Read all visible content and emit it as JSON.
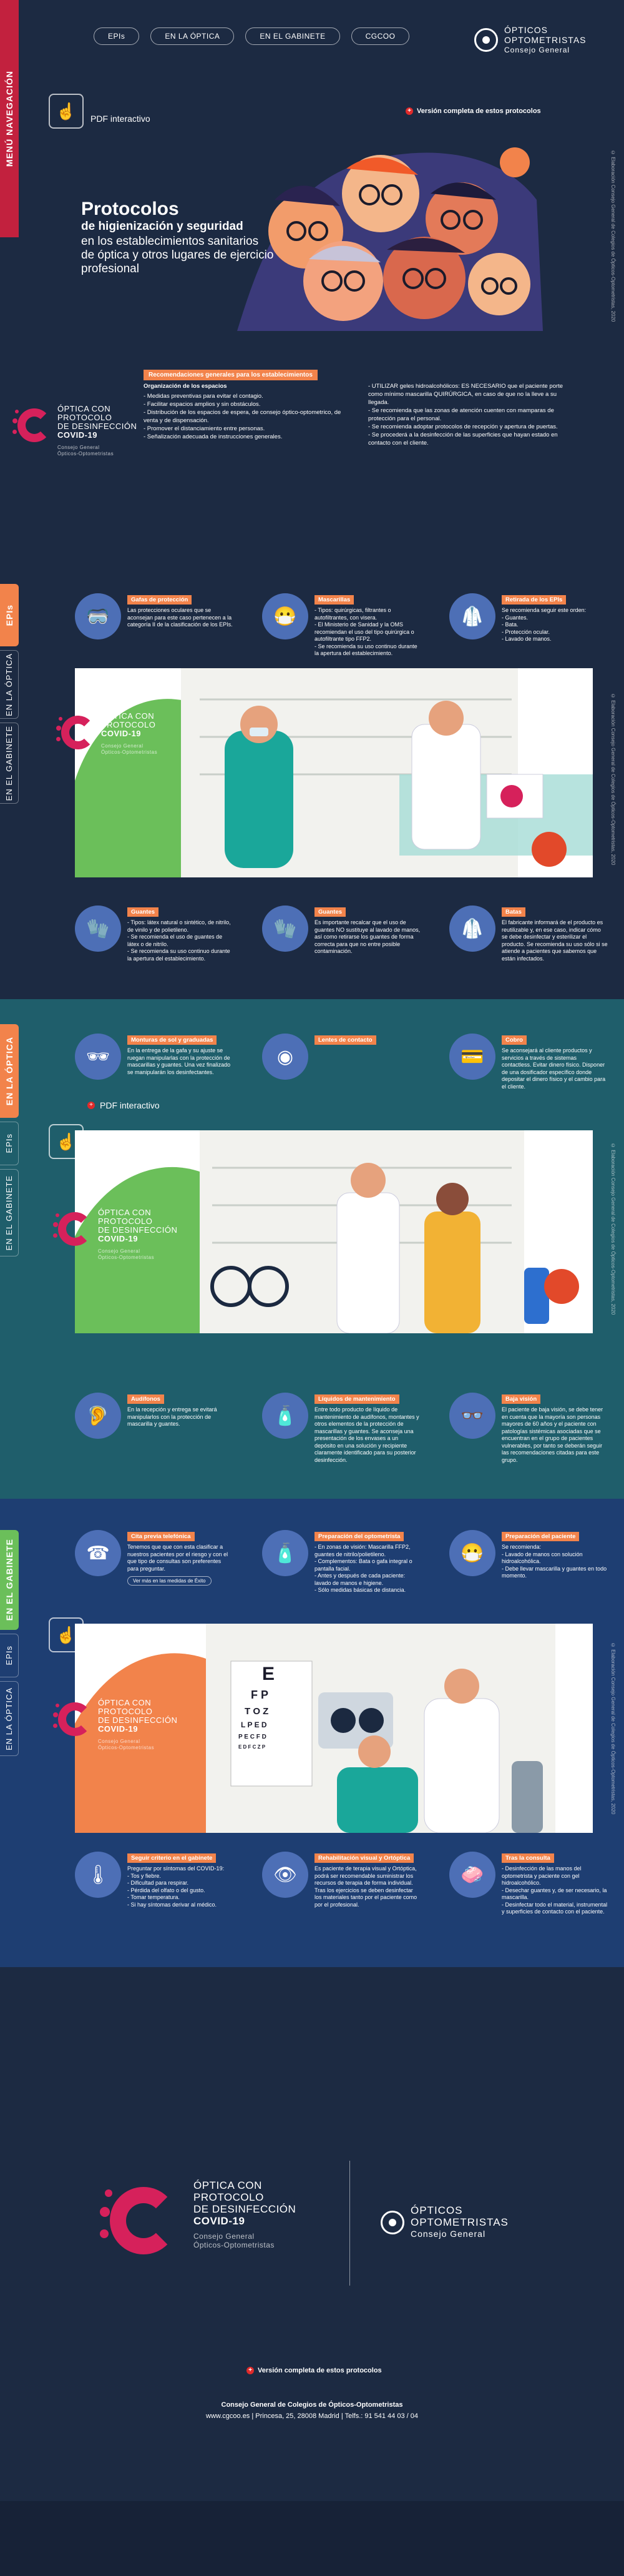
{
  "nav": {
    "items": [
      "EPIs",
      "EN LA ÓPTICA",
      "EN EL GABINETE",
      "CGCOO"
    ],
    "menu_label": "MENÚ NAVEGACIÓN"
  },
  "brand": {
    "line1": "ÓPTICOS",
    "line2": "OPTOMETRISTAS",
    "line3": "Consejo General"
  },
  "full_version": "Versión completa de estos protocolos",
  "pdf_label": "PDF interactivo",
  "side_text": "© Elaboración Consejo General de Colegios de Ópticos-Optometristas, 2020",
  "hero": {
    "title": "Protocolos",
    "subtitle_bold": "de higienización y seguridad",
    "subtitle_rest": "en los establecimientos sanitarios de óptica y otros lugares de ejercicio profesional"
  },
  "recommendations": {
    "bar": "Recomendaciones generales para los establecimientos",
    "col1_title": "Organización de los espacios",
    "col1": [
      "- Medidas preventivas para evitar el contagio.",
      "- Facilitar espacios amplios y sin obstáculos.",
      "- Distribución de los espacios de espera, de consejo óptico-optometrico, de venta y de dispensación.",
      "- Promover el distanciamiento entre personas.",
      "- Señalización adecuada de instrucciones generales."
    ],
    "col2": [
      "- UTILIZAR geles hidroalcohólicos: ES NECESARIO que el paciente porte como mínimo mascarilla QUIRÚRGICA, en caso de que no la lleve a su llegada.",
      "- Se recomienda que las zonas de atención cuenten con mamparas de protección para el personal.",
      "- Se recomienda adoptar protocolos de recepción y apertura de puertas.",
      "- Se procederá a la desinfección de las superficies que hayan estado en contacto con el cliente."
    ]
  },
  "covid_logo": {
    "l1": "ÓPTICA CON",
    "l2": "PROTOCOLO",
    "l3": "DE DESINFECCIÓN",
    "l4": "COVID-19",
    "small1": "Consejo General",
    "small2": "Ópticos-Optometristas"
  },
  "epis_section": {
    "tabs": [
      "EPIs",
      "EN LA ÓPTICA",
      "EN EL GABINETE"
    ],
    "cards_top": [
      {
        "label": "Gafas de protección",
        "text": "Las protecciones oculares que se aconsejan para este caso pertenecen a la categoría II de la clasificación de los EPIs."
      },
      {
        "label": "Mascarillas",
        "text": "- Tipos: quirúrgicas, filtrantes o autofiltrantes, con visera.\n- El Ministerio de Sanidad y la OMS recomiendan el uso del tipo quirúrgica o autofiltrante tipo FFP2.\n- Se recomienda su uso continuo durante la apertura del establecimiento."
      },
      {
        "label": "Retirada de los EPIs",
        "text": "Se recomienda seguir este orden:\n- Guantes.\n- Bata.\n- Protección ocular.\n- Lavado de manos."
      }
    ],
    "cards_bottom": [
      {
        "label": "Guantes",
        "text": "- Tipos: látex natural o sintético, de nitrilo, de vinilo y de polietileno.\n- Se recomienda el uso de guantes de látex o de nitrilo.\n- Se recomienda su uso continuo durante la apertura del establecimiento."
      },
      {
        "label": "Guantes",
        "text": "Es importante recalcar que el uso de guantes NO sustituye al lavado de manos, así como retirarse los guantes de forma correcta para que no entre posible contaminación."
      },
      {
        "label": "Batas",
        "text": "El fabricante informará de el producto es reutilizable y, en ese caso, indicar cómo se debe desinfectar y esterilizar el producto. Se recomienda su uso sólo si se atiende a pacientes que sabemos que están infectados."
      }
    ]
  },
  "optica_section": {
    "tabs": [
      "EN LA ÓPTICA",
      "EPIs",
      "EN EL GABINETE"
    ],
    "cards_top": [
      {
        "label": "Monturas de sol y graduadas",
        "text": "En la entrega de la gafa y su ajuste se ruegan manipularlas con la protección de mascarillas y guantes. Una vez finalizado se manipularán los desinfectantes."
      },
      {
        "label": "Lentes de contacto",
        "text": ""
      },
      {
        "label": "Cobro",
        "text": "Se aconsejará al cliente productos y servicios a través de sistemas contactless. Evitar dinero físico. Disponer de una dosificador específico donde depositar el dinero físico y el cambio para el cliente."
      }
    ],
    "cards_bottom": [
      {
        "label": "Audífonos",
        "text": "En la recepción y entrega se evitará manipularlos con la protección de mascarilla y guantes."
      },
      {
        "label": "Líquidos de mantenimiento",
        "text": "Entre todo producto de líquido de mantenimiento de audífonos, montantes y otros elementos de la protección de mascarillas y guantes. Se aconseja una presentación de los envases a un depósito en una solución y recipiente claramente identificado para su posterior desinfección."
      },
      {
        "label": "Baja visión",
        "text": "El paciente de baja visión, se debe tener en cuenta que la mayoría son personas mayores de 60 años y el paciente con patologías sistémicas asociadas que se encuentran en el grupo de pacientes vulnerables, por tanto se deberán seguir las recomendaciones citadas para este grupo."
      }
    ]
  },
  "gabinete_section": {
    "tabs": [
      "EN EL GABINETE",
      "EPIs",
      "EN LA ÓPTICA"
    ],
    "cards_top": [
      {
        "label": "Cita previa telefónica",
        "text": "Tenemos que que con esta clasificar a nuestros pacientes por el riesgo y con el que tipo de consultas son preferentes para preguntar."
      },
      {
        "label": "Preparación del optometrista",
        "text": "- En zonas de visión: Mascarilla FFP2, guantes de nitrilo/polietileno.\n- Complementos: Bata o gafa integral o pantalla facial.\n- Antes y después de cada paciente: lavado de manos e higiene.\n- Sólo medidas básicas de distancia."
      },
      {
        "label": "Preparación del paciente",
        "text": "Se recomienda:\n- Lavado de manos con solución hidroalcohólica.\n- Debe llevar mascarilla y guantes en todo momento."
      }
    ],
    "cards_bottom": [
      {
        "label": "Seguir criterio en el gabinete",
        "text": "Preguntar por síntomas del COVID-19:\n- Tos y fiebre.\n- Dificultad para respirar.\n- Pérdida del olfato o del gusto.\n- Tomar temperatura.\n- Si hay síntomas derivar al médico."
      },
      {
        "label": "Rehabilitación visual y Ortóptica",
        "text": "Es paciente de terapia visual y Ortóptica, podrá ser recomendable suministrar los recursos de terapia de forma individual. Tras los ejercicios se deben desinfectar los materiales tanto por el paciente como por el profesional."
      },
      {
        "label": "Tras la consulta",
        "text": "- Desinfección de las manos del optometrista y paciente con gel hidroalcohólico.\n- Desechar guantes y, de ser necesario, la mascarilla.\n- Desinfectar todo el material, instrumental y superficies de contacto con el paciente."
      }
    ],
    "help_link": "Ver más en las medidas de Éxito"
  },
  "footer": {
    "address_title": "Consejo General de Colegios de Ópticos-Optometristas",
    "address": "www.cgcoo.es | Princesa, 25, 28008 Madrid | Telfs.: 91 541 44 03 / 04"
  },
  "colors": {
    "navy": "#1c2a42",
    "teal": "#1f5e6b",
    "blue": "#1e3e72",
    "orange": "#f2834b",
    "magenta": "#d6215b",
    "green": "#6bbf5a"
  }
}
